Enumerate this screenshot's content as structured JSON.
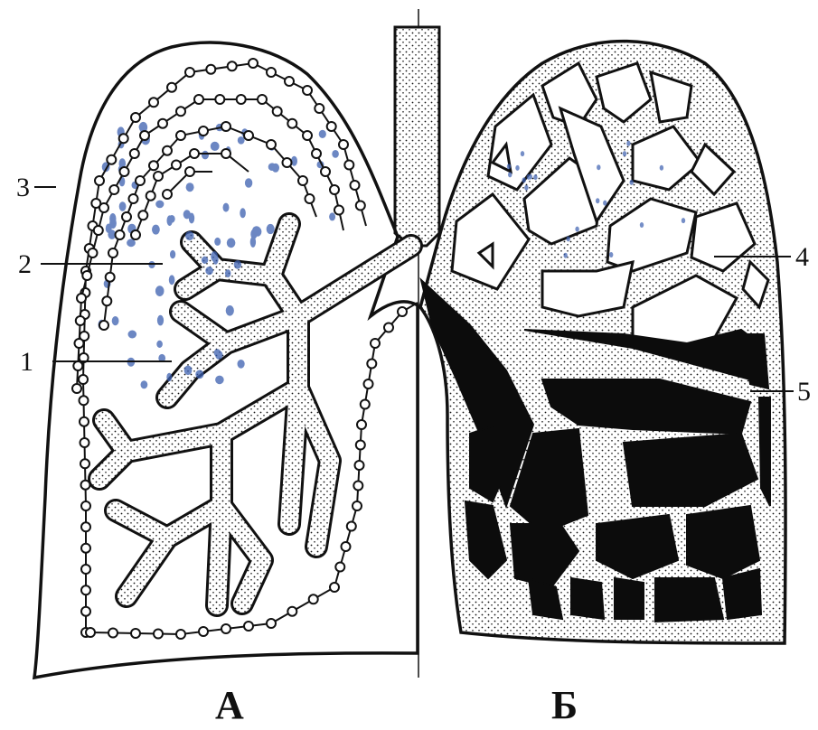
{
  "callouts": [
    {
      "id": "1",
      "text": "1"
    },
    {
      "id": "2",
      "text": "2"
    },
    {
      "id": "3",
      "text": "3"
    },
    {
      "id": "4",
      "text": "4"
    },
    {
      "id": "5",
      "text": "5"
    }
  ],
  "panels": [
    {
      "id": "A",
      "text": "А"
    },
    {
      "id": "B",
      "text": "Б"
    }
  ],
  "colors": {
    "ink": "#111111",
    "dots": "#3b5fb0",
    "fill_dark": "#0c0c0c"
  }
}
